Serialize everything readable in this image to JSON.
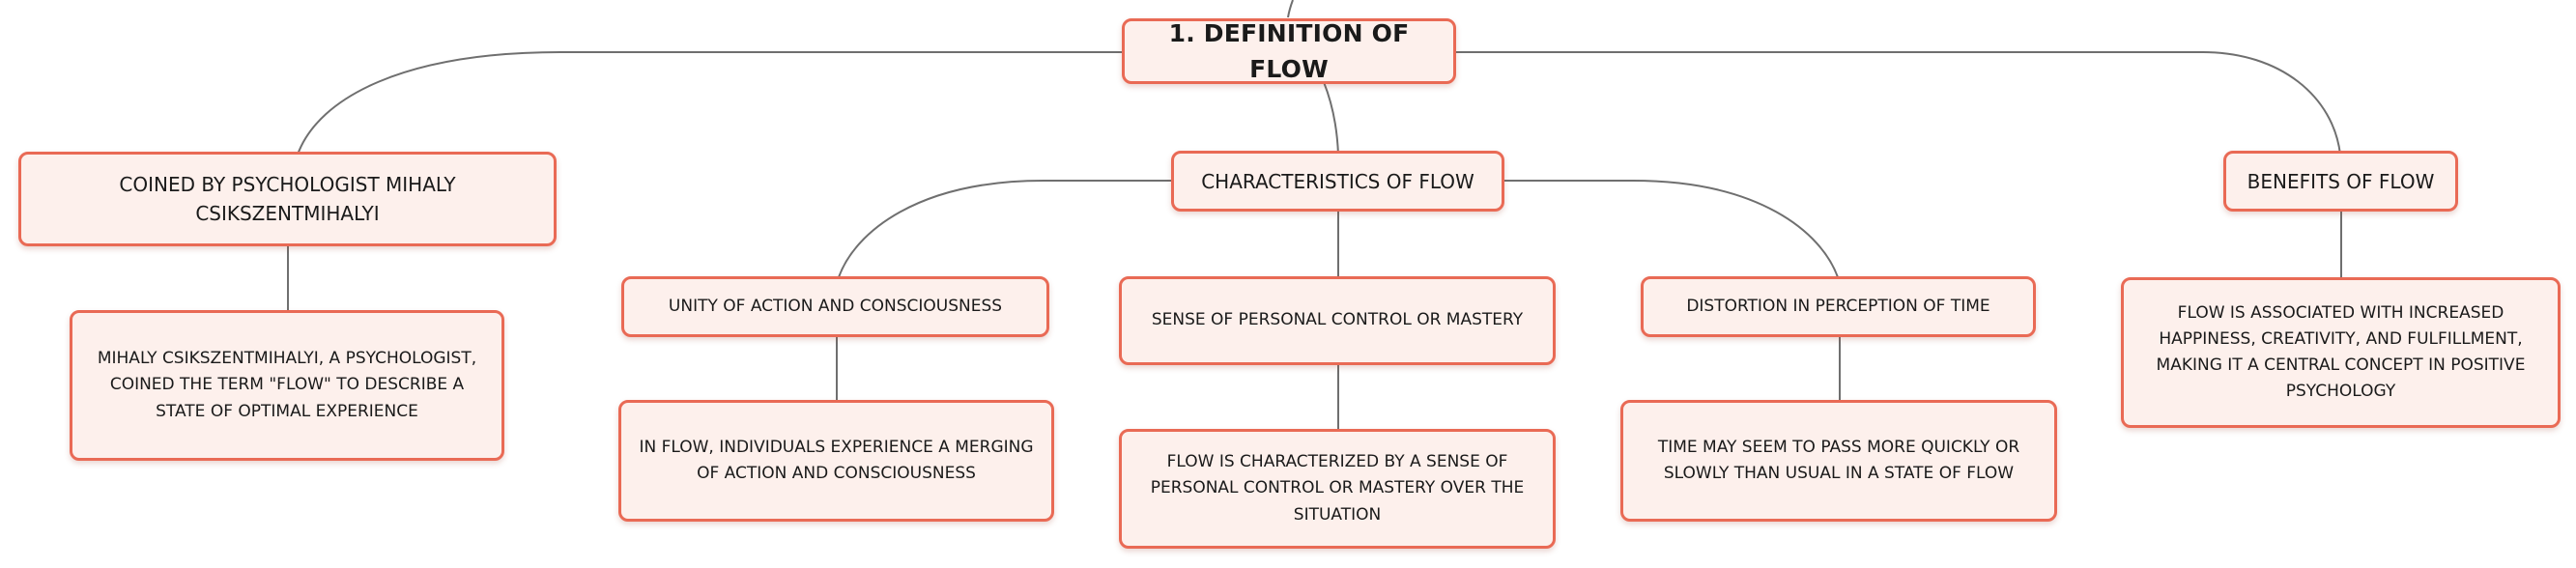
{
  "root": {
    "label": "1. DEFINITION OF FLOW"
  },
  "branches": [
    {
      "label": "COINED BY PSYCHOLOGIST MIHALY CSIKSZENTMIHALYI",
      "detail": "MIHALY CSIKSZENTMIHALYI, A PSYCHOLOGIST, COINED THE TERM \"FLOW\" TO DESCRIBE A STATE OF OPTIMAL EXPERIENCE"
    },
    {
      "label": "CHARACTERISTICS OF FLOW",
      "children": [
        {
          "label": "UNITY OF ACTION AND CONSCIOUSNESS",
          "detail": "IN FLOW, INDIVIDUALS EXPERIENCE A MERGING OF ACTION AND CONSCIOUSNESS"
        },
        {
          "label": "SENSE OF PERSONAL CONTROL OR MASTERY",
          "detail": "FLOW IS CHARACTERIZED BY A SENSE OF PERSONAL CONTROL OR MASTERY OVER THE SITUATION"
        },
        {
          "label": "DISTORTION IN PERCEPTION OF TIME",
          "detail": "TIME MAY SEEM TO PASS MORE QUICKLY OR SLOWLY THAN USUAL IN A STATE OF FLOW"
        }
      ]
    },
    {
      "label": "BENEFITS OF FLOW",
      "detail": "FLOW IS ASSOCIATED WITH INCREASED HAPPINESS, CREATIVITY, AND FULFILLMENT, MAKING IT A CENTRAL CONCEPT IN POSITIVE PSYCHOLOGY"
    }
  ],
  "colors": {
    "node_border": "#e96a55",
    "node_fill": "#fdf0ec",
    "connector": "#6f6f6f",
    "text": "#1a1a1a"
  }
}
